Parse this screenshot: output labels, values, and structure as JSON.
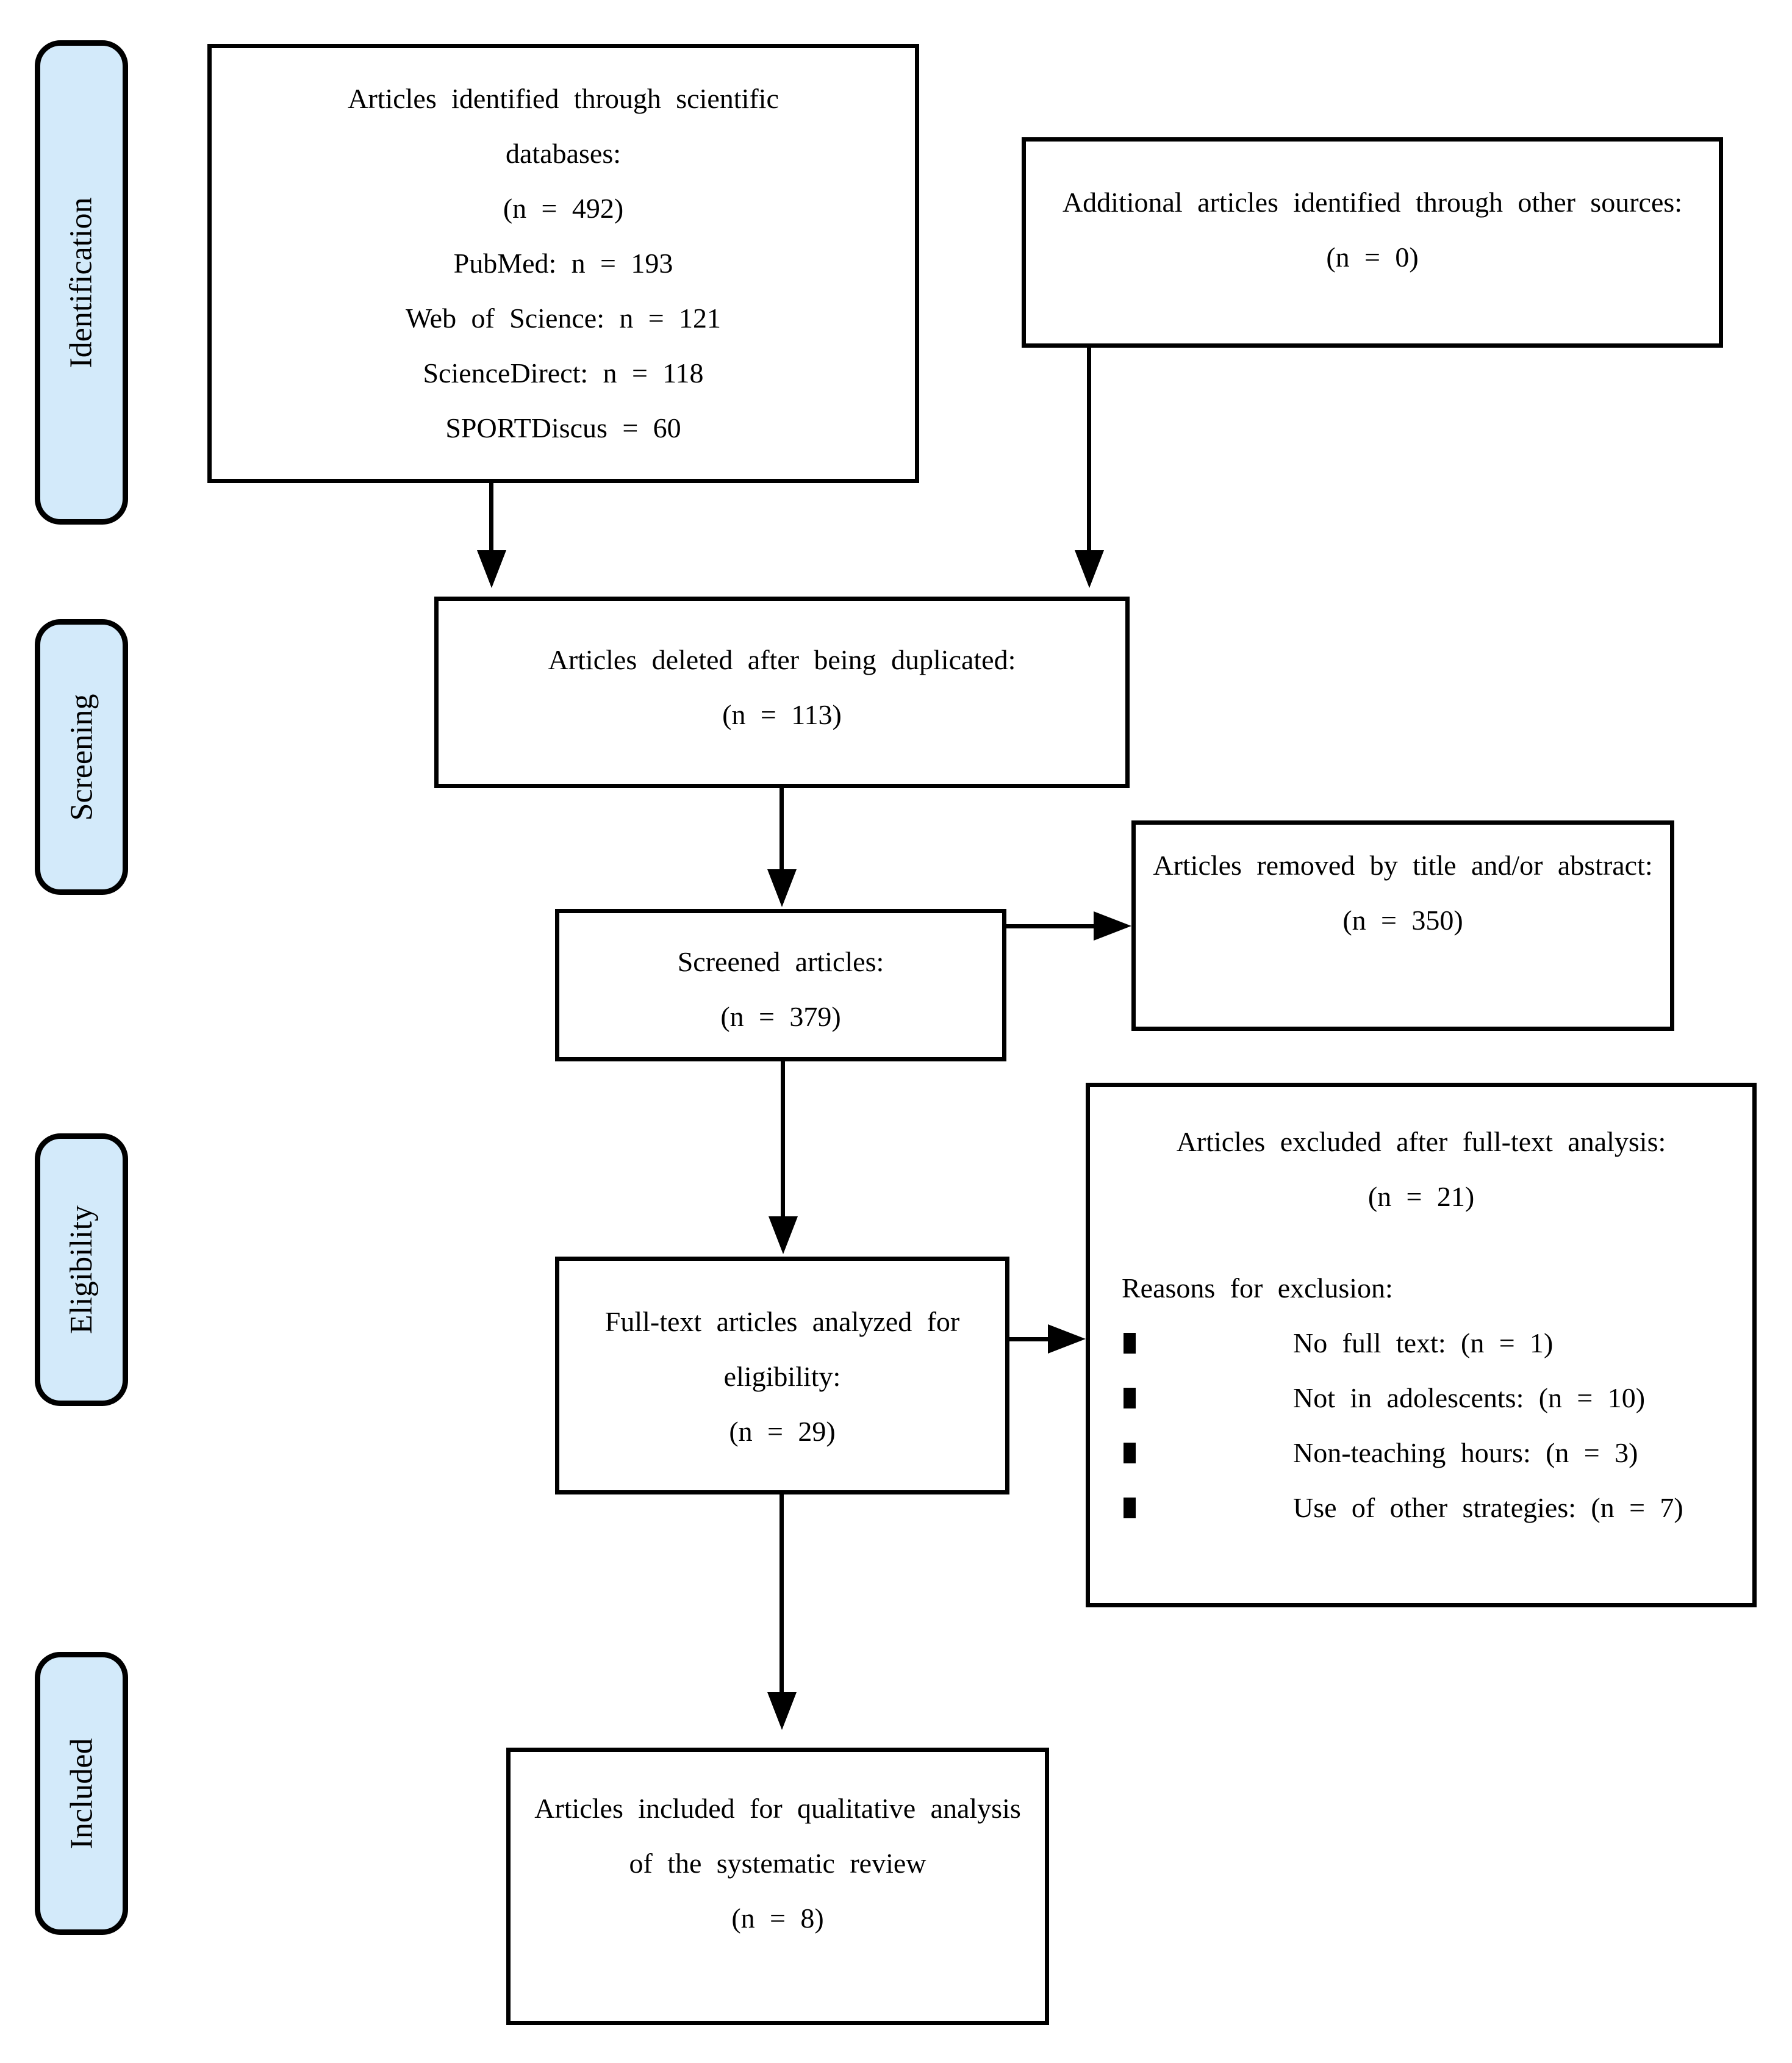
{
  "stages": [
    {
      "label": "Identification"
    },
    {
      "label": "Screening"
    },
    {
      "label": "Eligibility"
    },
    {
      "label": "Included"
    }
  ],
  "boxes": {
    "identified": {
      "title": "Articles identified through scientific databases:",
      "total": "(n = 492)",
      "sources": [
        "PubMed: n = 193",
        "Web of Science: n = 121",
        "ScienceDirect: n = 118",
        "SPORTDiscus = 60"
      ]
    },
    "additional": {
      "title": "Additional articles identified through other sources:",
      "total": "(n = 0)"
    },
    "duplicates": {
      "title": "Articles deleted after being duplicated:",
      "total": "(n = 113)"
    },
    "screened": {
      "title": "Screened articles:",
      "total": "(n = 379)"
    },
    "removed": {
      "title": "Articles removed by title and/or abstract:",
      "total": "(n = 350)"
    },
    "fulltext": {
      "title": "Full-text articles analyzed for eligibility:",
      "total": "(n = 29)"
    },
    "excluded": {
      "title": "Articles excluded after full-text analysis:",
      "total": "(n = 21)",
      "reasons_heading": "Reasons for exclusion:",
      "reasons": [
        "No full text: (n = 1)",
        "Not in adolescents: (n = 10)",
        "Non-teaching hours: (n = 3)",
        "Use of other strategies: (n = 7)"
      ]
    },
    "included": {
      "title": "Articles included for qualitative analysis of the systematic review",
      "total": "(n = 8)"
    }
  },
  "colors": {
    "stage_fill": "#d3eafa",
    "border": "#000000",
    "background": "#ffffff",
    "text": "#000000"
  }
}
